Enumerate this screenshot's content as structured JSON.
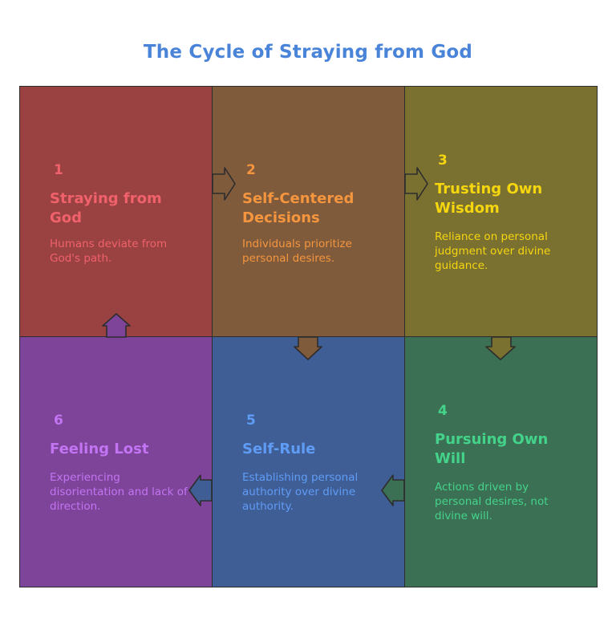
{
  "title": "The Cycle of Straying from God",
  "steps": [
    {
      "number": "1",
      "heading": "Straying from God",
      "description": "Humans deviate from God's path.",
      "fill": "#9a4242",
      "text_color": "#f0616b"
    },
    {
      "number": "2",
      "heading": "Self-Centered Decisions",
      "description": "Individuals prioritize personal desires.",
      "fill": "#7f5a3b",
      "text_color": "#f5963f"
    },
    {
      "number": "3",
      "heading": "Trusting Own Wisdom",
      "description": "Reliance on personal judgment over divine guidance.",
      "fill": "#7a7030",
      "text_color": "#f5d60f"
    },
    {
      "number": "4",
      "heading": "Pursuing Own Will",
      "description": "Actions driven by personal desires, not divine will.",
      "fill": "#3b7054",
      "text_color": "#44d38a"
    },
    {
      "number": "5",
      "heading": "Self-Rule",
      "description": "Establishing personal authority over divine authority.",
      "fill": "#405e96",
      "text_color": "#5f9cf5"
    },
    {
      "number": "6",
      "heading": "Feeling Lost",
      "description": "Experiencing disorientation and lack of direction.",
      "fill": "#7e4499",
      "text_color": "#c274f2"
    }
  ]
}
